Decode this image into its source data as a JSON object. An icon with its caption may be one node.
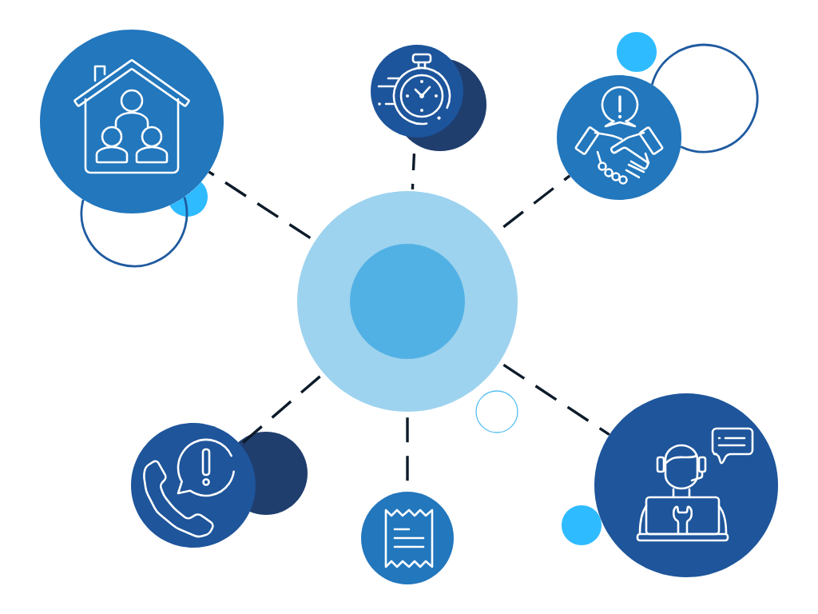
{
  "diagram": {
    "nodes": [
      {
        "text": [],
        "shape": "circle"
      },
      {
        "text": [],
        "shape": "circle"
      },
      {
        "text": [],
        "shape": "circle"
      },
      {
        "text": [],
        "shape": "circle"
      },
      {
        "text": [],
        "shape": "circle"
      },
      {
        "text": [],
        "shape": "circle"
      },
      {
        "text": [],
        "shape": "circle",
        "in": 5
      },
      {
        "text": [],
        "shape": "circle"
      },
      {
        "text": [],
        "shape": "circle"
      },
      {
        "text": [],
        "shape": "circle"
      },
      {
        "text": [],
        "shape": "circle"
      }
    ],
    "edges": [
      {
        "from": 5,
        "to": 0,
        "arrow": "none",
        "style": "dashed"
      },
      {
        "from": 5,
        "to": 2,
        "arrow": "none",
        "style": "dashed"
      },
      {
        "from": 5,
        "to": 3,
        "arrow": "none",
        "style": "dashed"
      },
      {
        "from": 5,
        "to": 8,
        "arrow": "none",
        "style": "dashed"
      },
      {
        "from": 5,
        "to": 9,
        "arrow": "none",
        "style": "dashed"
      },
      {
        "from": 5,
        "to": 10,
        "arrow": "none",
        "style": "dashed"
      }
    ]
  }
}
